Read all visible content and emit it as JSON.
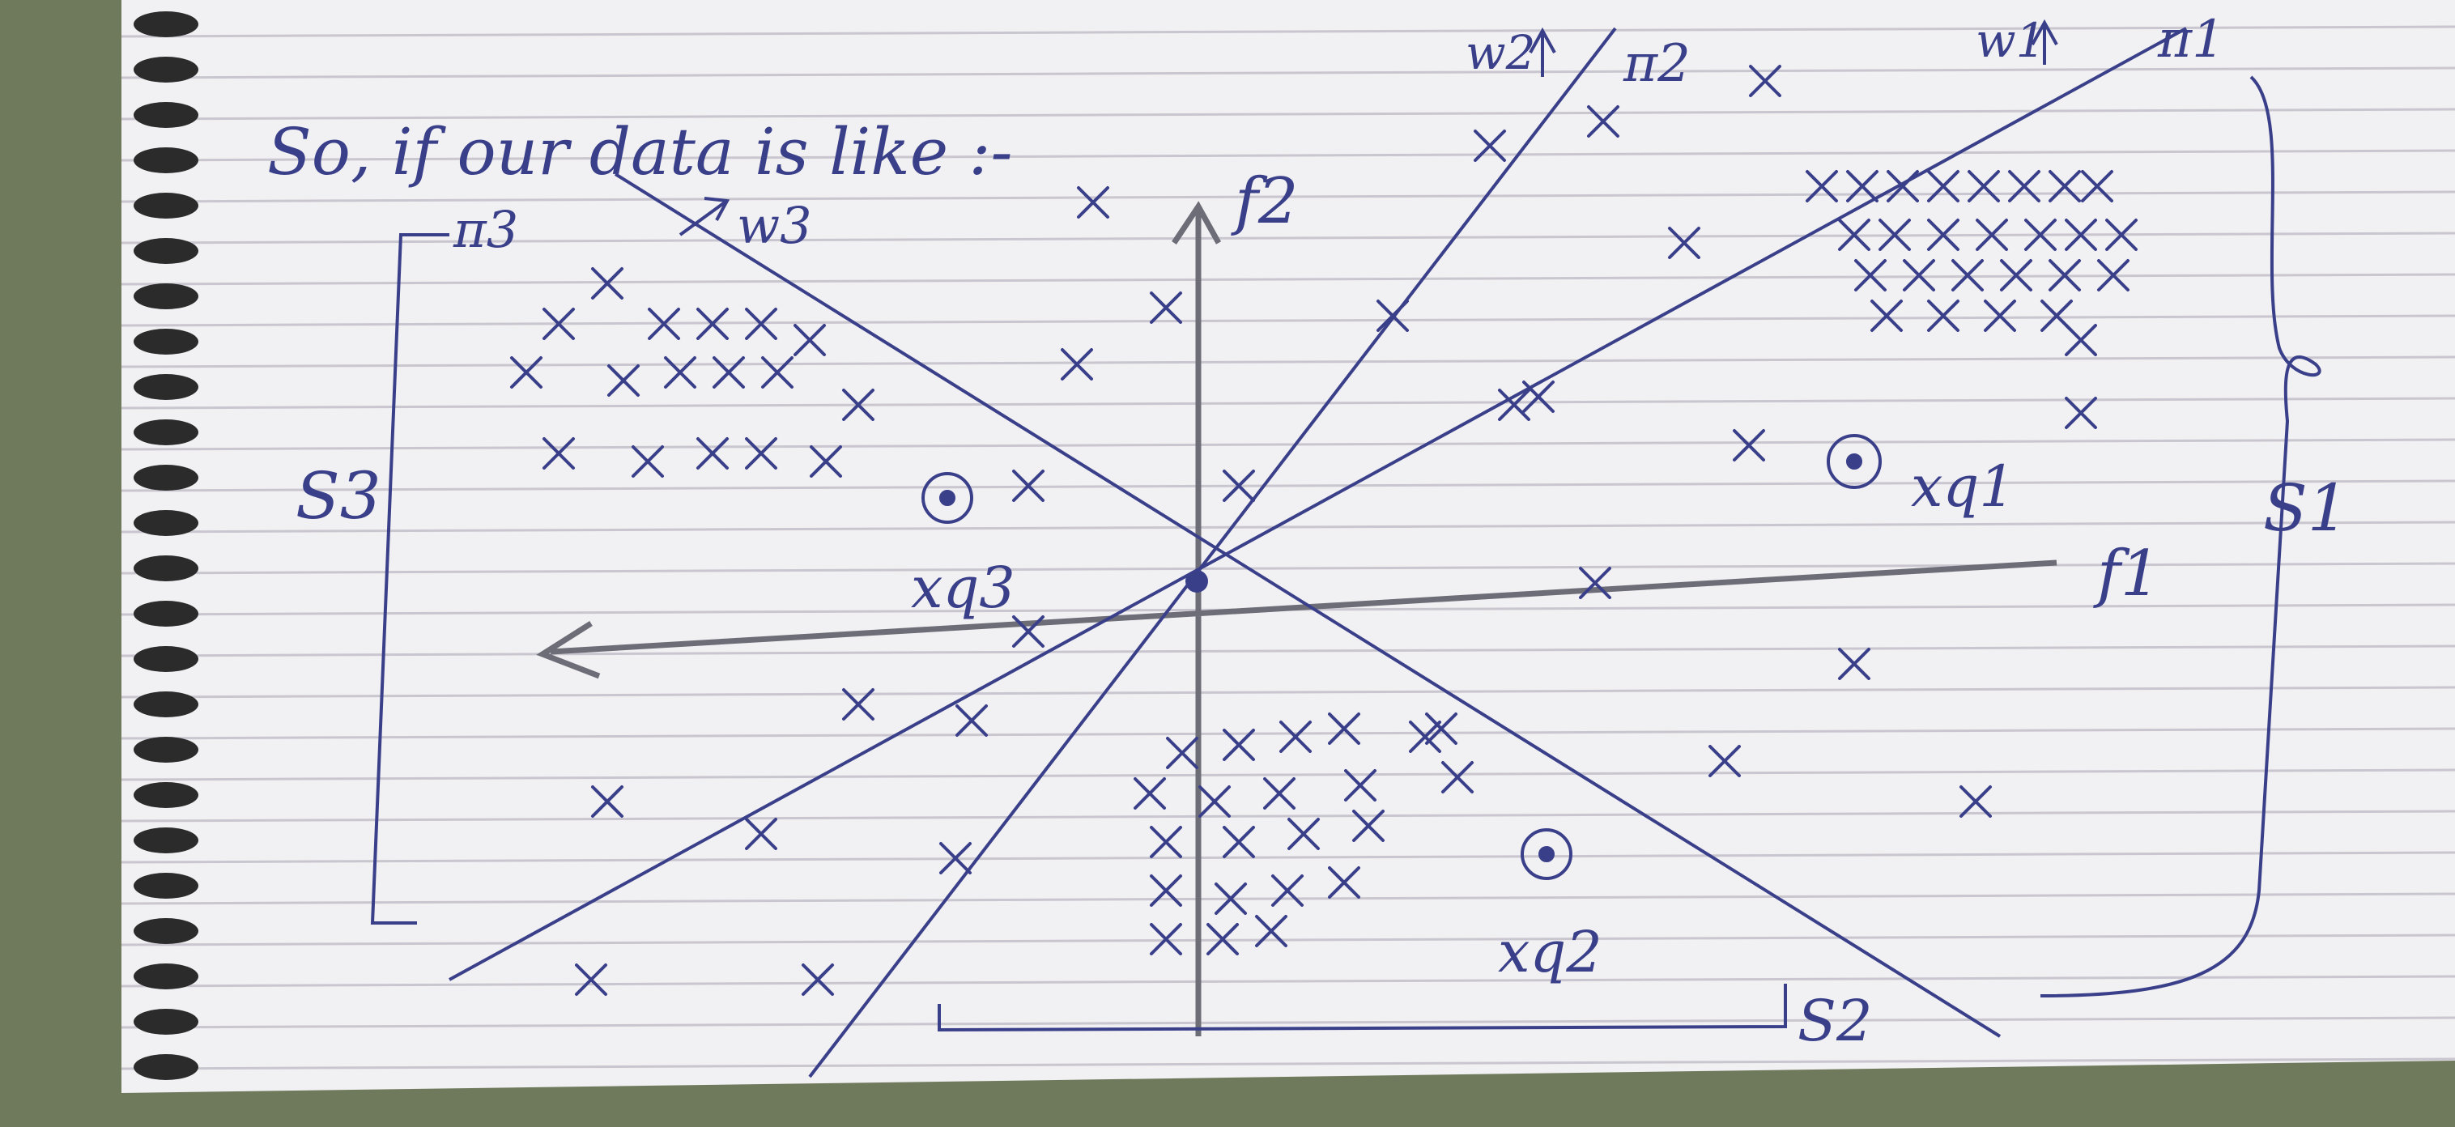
{
  "heading": "So, if our data is like :-",
  "axes": {
    "x_label": "f1",
    "y_label": "f2"
  },
  "planes": [
    {
      "label": "π1",
      "normal_label": "w1"
    },
    {
      "label": "π2",
      "normal_label": "w2"
    },
    {
      "label": "π3",
      "normal_label": "w3"
    }
  ],
  "query_points": [
    {
      "label": "xq1"
    },
    {
      "label": "xq2"
    },
    {
      "label": "xq3"
    }
  ],
  "sets": [
    {
      "label": "S1"
    },
    {
      "label": "S2"
    },
    {
      "label": "S3"
    }
  ],
  "colors": {
    "ink": "#3a3f8a",
    "pencil": "#6d6d78",
    "paper": "#f1f0f2",
    "rule_line": "#c9c6cf",
    "spiral": "#2b2b2b",
    "background": "#6f7a5c"
  }
}
